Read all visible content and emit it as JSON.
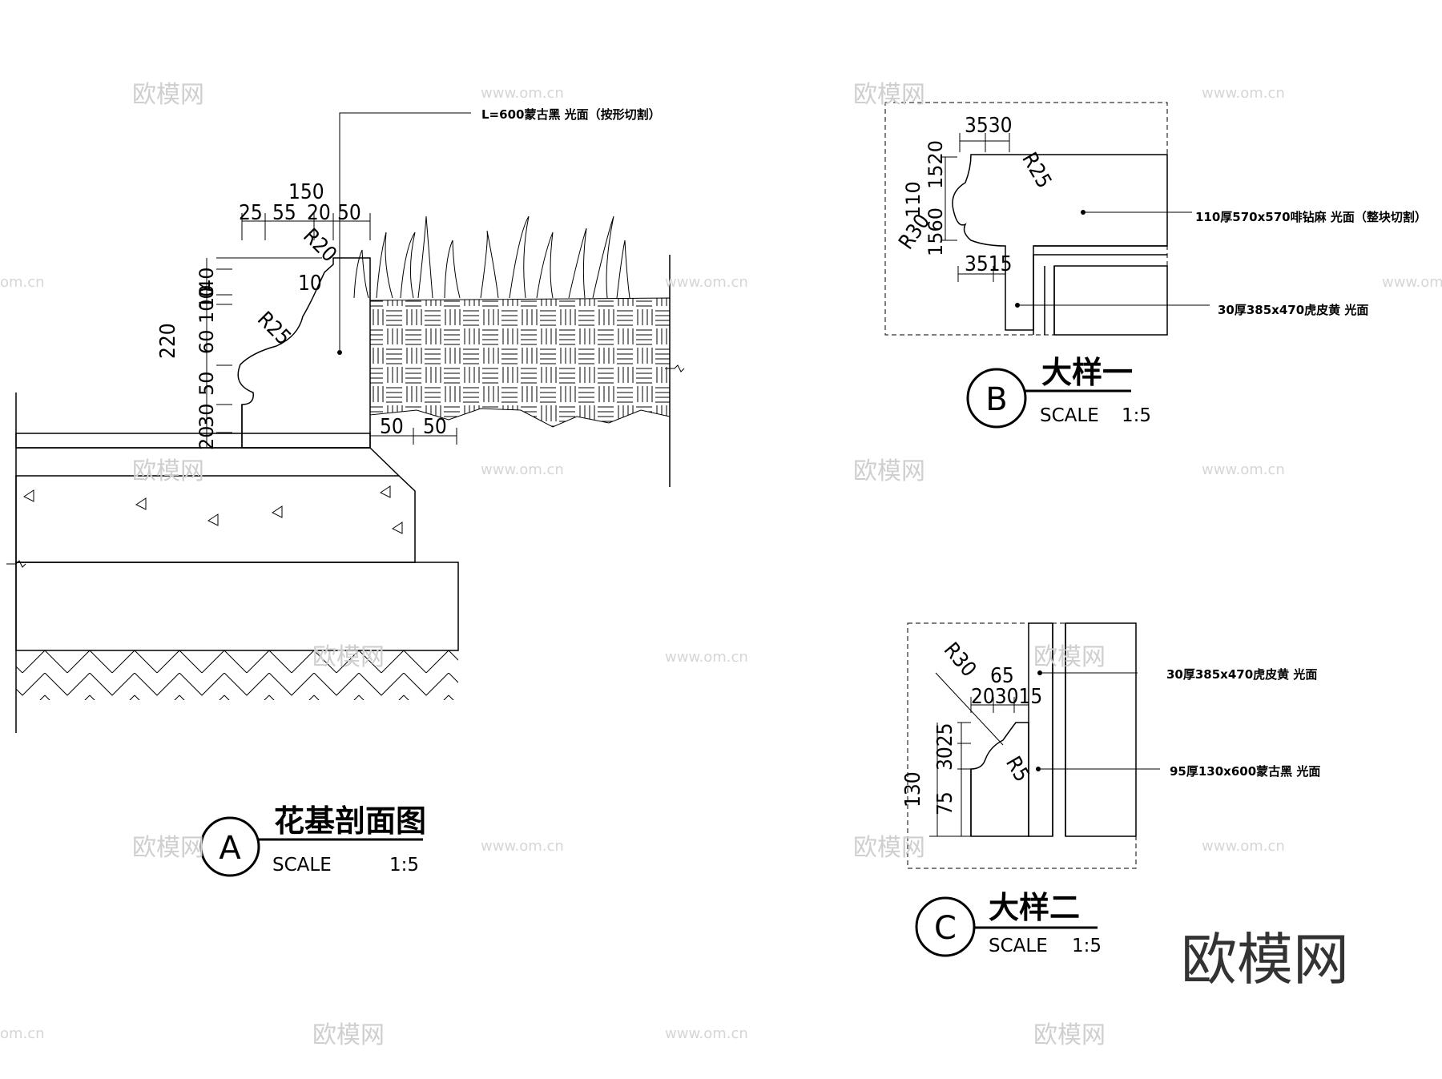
{
  "watermark": {
    "brand": "欧模网",
    "url": "www.om.cn",
    "url_short": "om.cn"
  },
  "logo": {
    "text": "欧模网"
  },
  "section_a": {
    "title": "花基剖面图",
    "letter": "A",
    "scale_label": "SCALE",
    "scale_value": "1:5",
    "note": "L=600蒙古黑 光面（按形切割）",
    "dims": {
      "top_total": "150",
      "top_parts": [
        "25",
        "55",
        "20",
        "50"
      ],
      "r20": "R20",
      "r10": "10",
      "r25": "R25",
      "height_total": "220",
      "left_parts": [
        "40",
        "10",
        "100",
        "60",
        "50",
        "30",
        "20"
      ],
      "bottom": [
        "50",
        "50"
      ]
    }
  },
  "detail_b": {
    "title": "大样一",
    "letter": "B",
    "scale_label": "SCALE",
    "scale_value": "1:5",
    "notes": [
      "110厚570x570啡钻麻 光面（整块切割）",
      "30厚385x470虎皮黄 光面"
    ],
    "dims": {
      "top": "3530",
      "r25": "R25",
      "r30": "R30",
      "left_total": "110",
      "left_parts": "1560",
      "left_top": "1520",
      "bottom": "3515"
    }
  },
  "detail_c": {
    "title": "大样二",
    "letter": "C",
    "scale_label": "SCALE",
    "scale_value": "1:5",
    "notes": [
      "30厚385x470虎皮黄 光面",
      "95厚130x600蒙古黑 光面"
    ],
    "dims": {
      "r30": "R30",
      "top_total": "65",
      "top_parts": "203015",
      "left_total": "130",
      "left_top": "3025",
      "left_bottom": "75",
      "r5": "R5"
    }
  }
}
